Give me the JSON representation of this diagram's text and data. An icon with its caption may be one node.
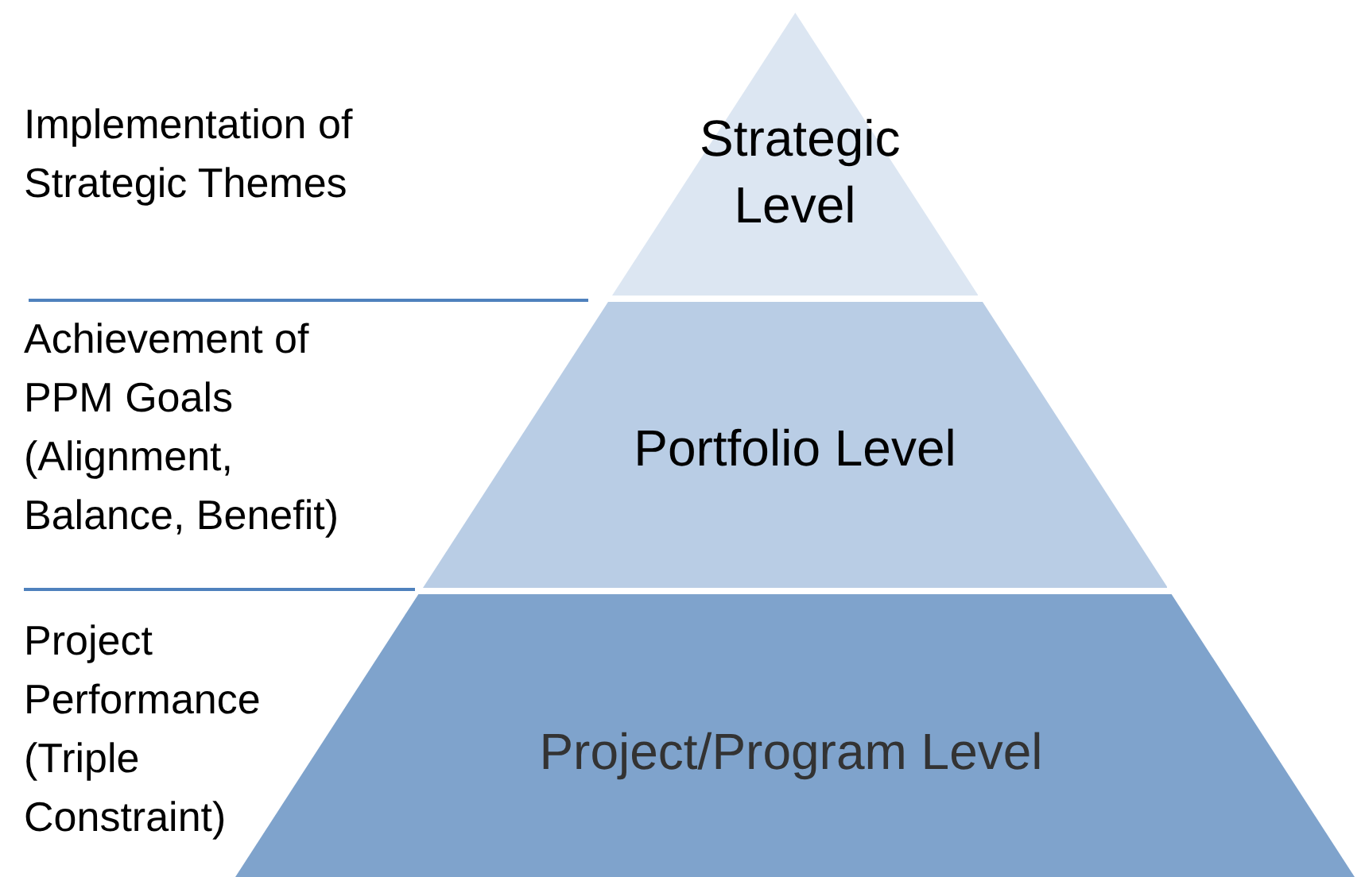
{
  "diagram": {
    "nodes": [
      {
        "text": [
          "Strategic Level"
        ]
      },
      {
        "text": [
          "Portfolio Level"
        ]
      },
      {
        "text": [
          "Project/Program Level"
        ]
      }
    ],
    "edges": [],
    "labels": [
      "Implementation of Strategic Themes",
      "Achievement of PPM Goals (Alignment, Balance, Benefit)",
      "Project Performance (Triple Constraint)"
    ]
  }
}
